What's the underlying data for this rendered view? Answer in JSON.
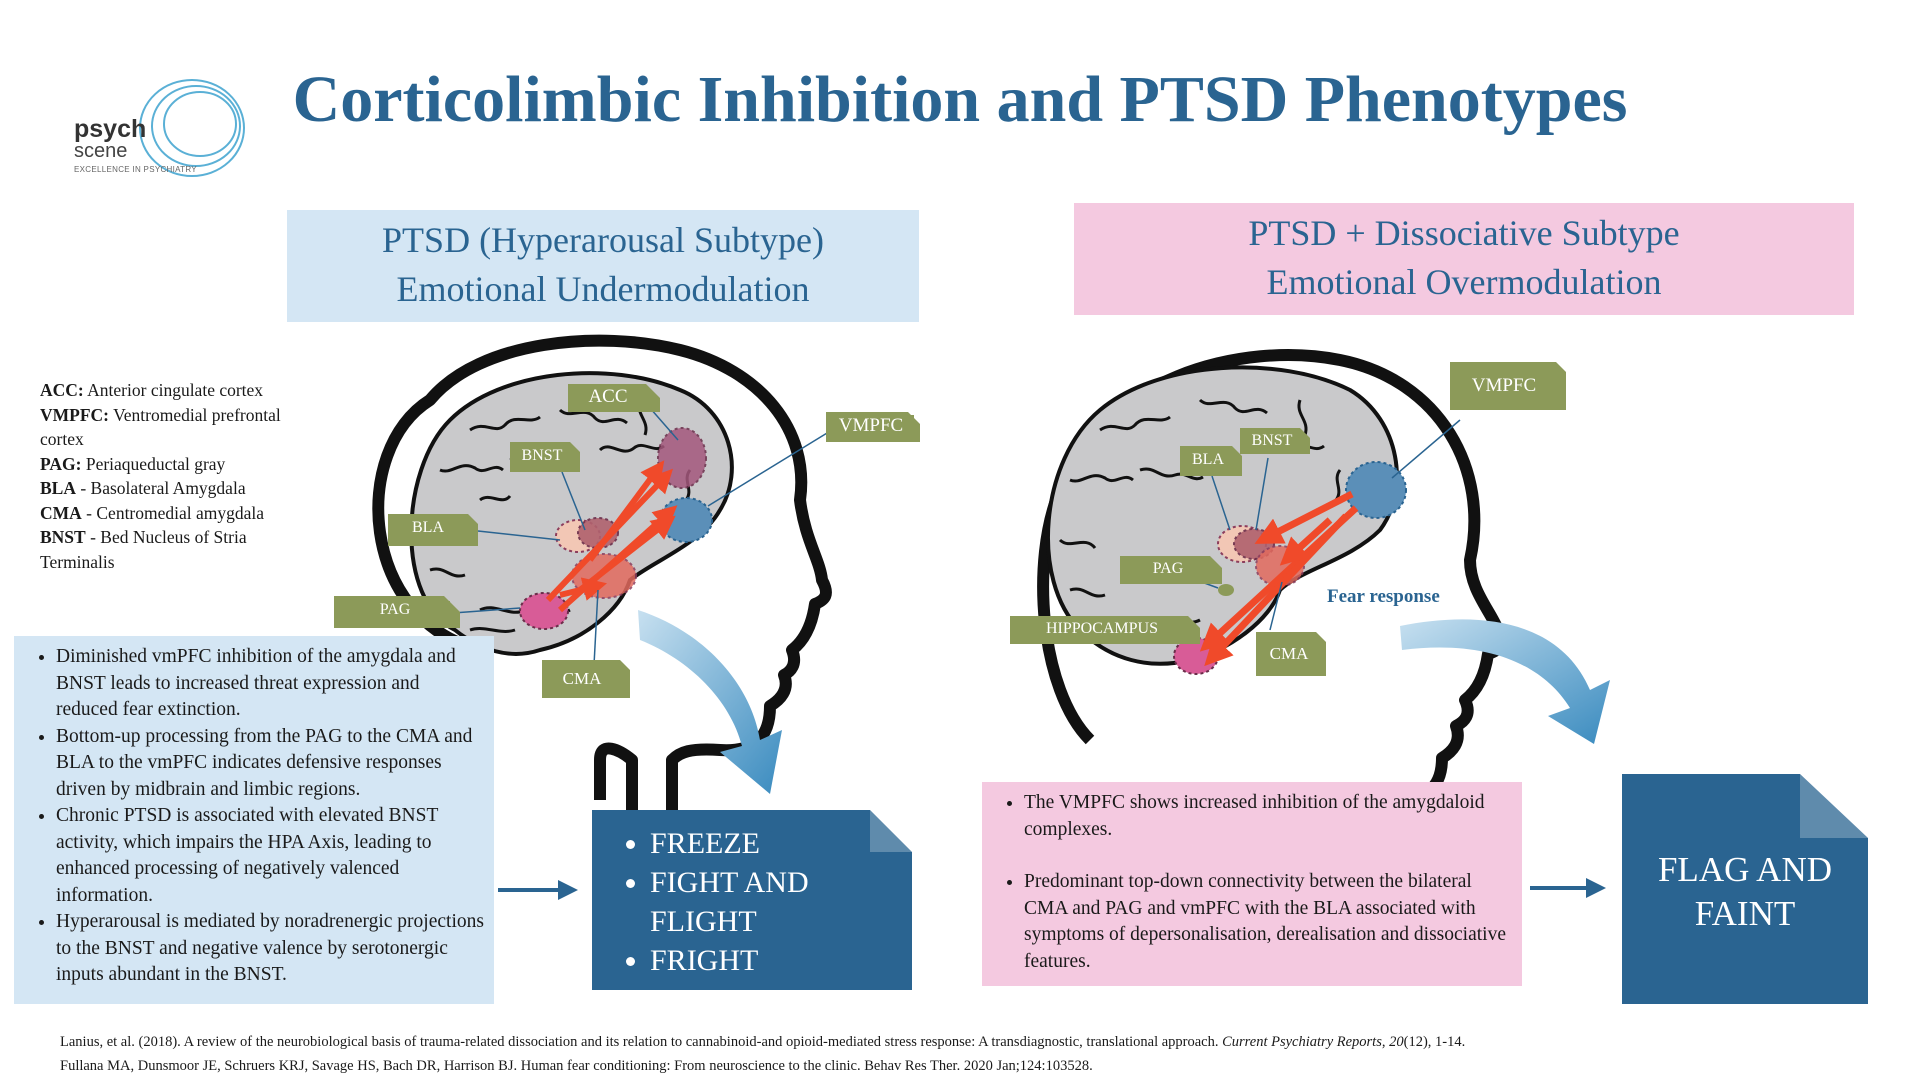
{
  "title": "Corticolimbic Inhibition and PTSD Phenotypes",
  "logo": {
    "line1": "psych",
    "line2": "scene",
    "tagline": "EXCELLENCE IN PSYCHIATRY"
  },
  "left_panel": {
    "header_line1": "PTSD (Hyperarousal Subtype)",
    "header_line2": "Emotional Undermodulation",
    "labels": {
      "acc": "ACC",
      "bnst": "BNST",
      "bla": "BLA",
      "pag": "PAG",
      "cma": "CMA",
      "vmpfc": "VMPFC"
    },
    "bullets": [
      "Diminished vmPFC inhibition of the amygdala and BNST leads to increased threat expression and reduced fear extinction.",
      "Bottom-up processing from the PAG to the CMA and BLA to the vmPFC indicates defensive responses driven by midbrain and limbic regions.",
      "Chronic PTSD is associated with elevated BNST activity, which impairs the HPA Axis, leading to enhanced processing of negatively valenced information.",
      "Hyperarousal is mediated by noradrenergic projections to the BNST and negative valence by serotonergic inputs abundant in the BNST."
    ],
    "outcomes": [
      "FREEZE",
      "FIGHT AND FLIGHT",
      "FRIGHT"
    ]
  },
  "right_panel": {
    "header_line1": "PTSD + Dissociative Subtype",
    "header_line2": "Emotional Overmodulation",
    "labels": {
      "vmpfc": "VMPFC",
      "bnst": "BNST",
      "bla": "BLA",
      "pag": "PAG",
      "hippocampus": "HIPPOCAMPUS",
      "cma": "CMA"
    },
    "fear_label": "Fear response",
    "bullets": [
      "The VMPFC shows increased inhibition of the amygdaloid complexes.",
      "Predominant top-down connectivity between the bilateral CMA and PAG and vmPFC with the BLA associated with symptoms of depersonalisation, derealisation and dissociative features."
    ],
    "outcome": "FLAG AND FAINT"
  },
  "glossary": [
    {
      "abbr": "ACC:",
      "def": " Anterior cingulate cortex"
    },
    {
      "abbr": "VMPFC:",
      "def": " Ventromedial prefrontal cortex"
    },
    {
      "abbr": "PAG:",
      "def": " Periaqueductal gray"
    },
    {
      "abbr": "BLA",
      "def": " - Basolateral Amygdala"
    },
    {
      "abbr": "CMA",
      "def": " - Centromedial amygdala"
    },
    {
      "abbr": "BNST",
      "def": " - Bed Nucleus of Stria Terminalis"
    }
  ],
  "references": {
    "ref1_pre": "Lanius, et al. (2018). A review of the neurobiological basis of trauma-related dissociation and its relation to cannabinoid-and opioid-mediated stress response: A transdiagnostic, translational approach. ",
    "ref1_journal": "Current Psychiatry Reports",
    "ref1_sep": ", ",
    "ref1_vol": "20",
    "ref1_post": "(12), 1-14.",
    "ref2": "Fullana MA, Dunsmoor JE, Schruers KRJ, Savage HS, Bach DR, Harrison BJ. Human fear conditioning: From neuroscience to the clinic. Behav Res Ther. 2020 Jan;124:103528."
  },
  "colors": {
    "title_blue": "#2a6491",
    "light_blue_box": "#d4e6f4",
    "pink_box": "#f4c9e0",
    "dark_blue_box": "#2a6491",
    "tag_green": "#8c9a59",
    "arrow_red": "#f04a2a",
    "brain_gray": "#c9c9cb"
  },
  "icons": [
    "head-silhouette",
    "brain",
    "curved-arrow",
    "right-arrow",
    "logo-swirl"
  ]
}
